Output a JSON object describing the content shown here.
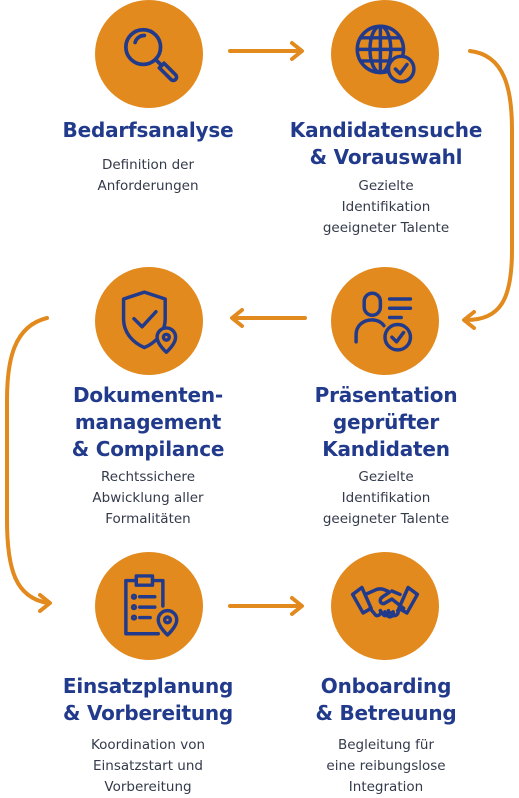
{
  "colors": {
    "accent": "#e28a1d",
    "title": "#223a8c",
    "icon_stroke": "#223a8c",
    "text": "#333a4a"
  },
  "steps": [
    {
      "icon": "magnifier-icon",
      "title": "Bedarfsanalyse",
      "desc": "Definition der\nAnforderungen"
    },
    {
      "icon": "globe-check-icon",
      "title": "Kandidatensuche\n& Vorauswahl",
      "desc": "Gezielte\nIdentifikation\ngeeigneter Talente"
    },
    {
      "icon": "shield-check-icon",
      "title": "Dokumenten-\nmanagement\n& Compilance",
      "desc": "Rechtssichere\nAbwicklung aller\nFormalitäten"
    },
    {
      "icon": "profile-check-icon",
      "title": "Präsentation\ngeprüfter\nKandidaten",
      "desc": "Gezielte\nIdentifikation\ngeeigneter Talente"
    },
    {
      "icon": "clipboard-pin-icon",
      "title": "Einsatzplanung\n& Vorbereitung",
      "desc": "Koordination von\nEinsatzstart und\nVorbereitung"
    },
    {
      "icon": "handshake-icon",
      "title": "Onboarding\n& Betreuung",
      "desc": "Begleitung für\neine reibungslose\nIntegration"
    }
  ]
}
